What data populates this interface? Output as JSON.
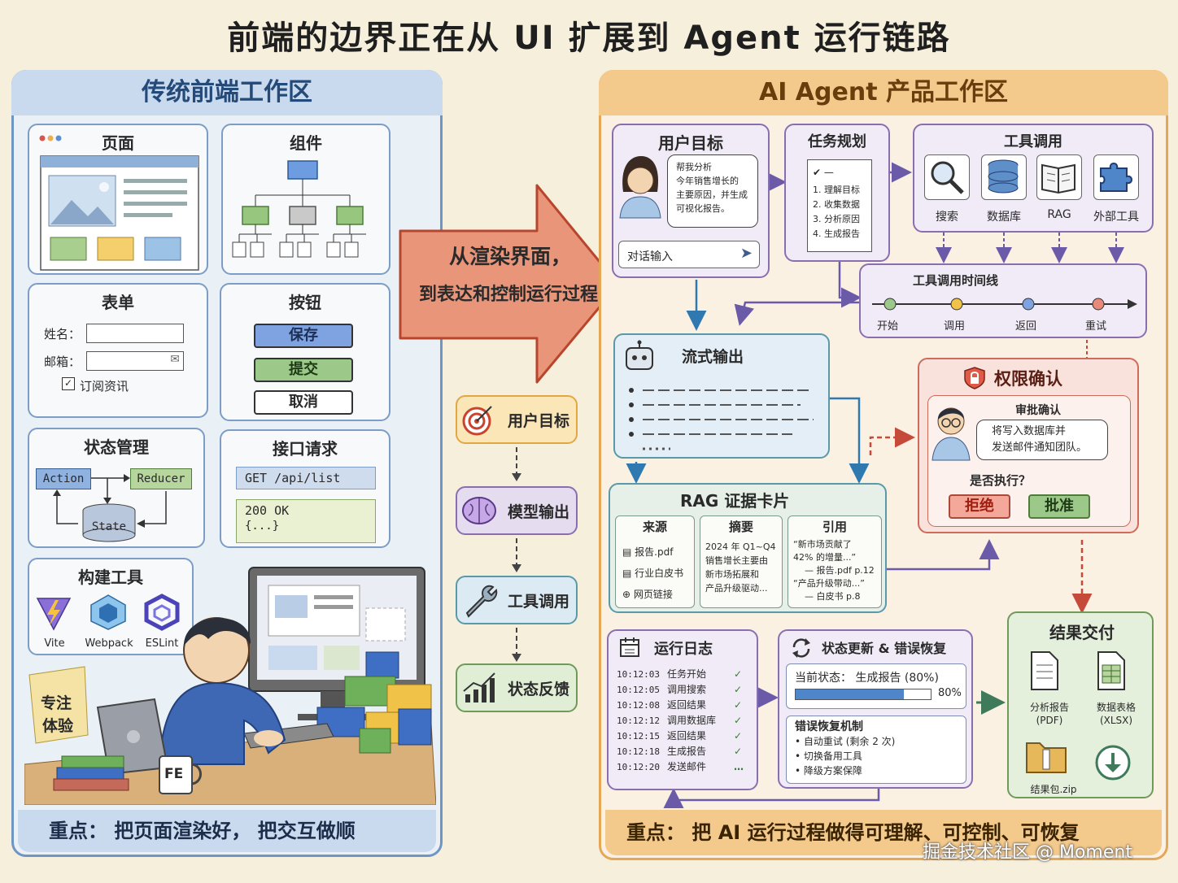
{
  "title": "前端的边界正在从 UI 扩展到 Agent 运行链路",
  "left": {
    "header": "传统前端工作区",
    "page_card": {
      "title": "页面"
    },
    "component_card": {
      "title": "组件"
    },
    "form_card": {
      "title": "表单",
      "name_label": "姓名：",
      "email_label": "邮箱：",
      "subscribe_label": "订阅资讯"
    },
    "button_card": {
      "title": "按钮",
      "save": "保存",
      "submit": "提交",
      "cancel": "取消"
    },
    "state_card": {
      "title": "状态管理",
      "action": "Action",
      "reducer": "Reducer",
      "state": "State"
    },
    "api_card": {
      "title": "接口请求",
      "request": "GET  /api/list",
      "response_status": "200  OK",
      "response_body": "{...}"
    },
    "build_card": {
      "title": "构建工具",
      "tools": [
        "Vite",
        "Webpack",
        "ESLint"
      ]
    },
    "sticky_note": {
      "line1": "专注",
      "line2": "体验"
    },
    "mug_label": "FE",
    "footer": "重点：  把页面渲染好，  把交互做顺"
  },
  "arrow": {
    "line1": "从渲染界面，",
    "line2": "到表达和控制运行过程"
  },
  "flow": [
    "用户目标",
    "模型输出",
    "工具调用",
    "状态反馈"
  ],
  "right": {
    "header": "AI Agent 产品工作区",
    "user_goal": {
      "title": "用户目标",
      "bubble": [
        "帮我分析",
        "今年销售增长的",
        "主要原因，并生成",
        "可视化报告。"
      ],
      "input_label": "对话输入"
    },
    "planning": {
      "title": "任务规划",
      "steps": [
        "1. 理解目标",
        "2. 收集数据",
        "3. 分析原因",
        "4. 生成报告"
      ]
    },
    "tools": {
      "title": "工具调用",
      "items": [
        "搜索",
        "数据库",
        "RAG",
        "外部工具"
      ]
    },
    "timeline": {
      "title": "工具调用时间线",
      "points": [
        "开始",
        "调用",
        "返回",
        "重试"
      ]
    },
    "stream": {
      "title": "流式输出"
    },
    "permission": {
      "title": "权限确认",
      "sub": "审批确认",
      "bubble": [
        "将写入数据库并",
        "发送邮件通知团队。"
      ],
      "question": "是否执行？",
      "reject": "拒绝",
      "approve": "批准"
    },
    "rag": {
      "title": "RAG  证据卡片",
      "columns": [
        "来源",
        "摘要",
        "引用"
      ],
      "sources": [
        "报告.pdf",
        "行业白皮书",
        "网页链接"
      ],
      "summary": [
        "2024 年 Q1~Q4",
        "销售增长主要由",
        "新市场拓展和",
        "产品升级驱动..."
      ],
      "quotes": [
        "“新市场贡献了",
        "42% 的增量...”",
        "— 报告.pdf p.12",
        "“产品升级带动...”",
        "— 白皮书 p.8"
      ]
    },
    "log": {
      "title": "运行日志",
      "rows": [
        {
          "time": "10:12:03",
          "text": "任务开始",
          "mark": "✓"
        },
        {
          "time": "10:12:05",
          "text": "调用搜索",
          "mark": "✓"
        },
        {
          "time": "10:12:08",
          "text": "返回结果",
          "mark": "✓"
        },
        {
          "time": "10:12:12",
          "text": "调用数据库",
          "mark": "✓"
        },
        {
          "time": "10:12:15",
          "text": "返回结果",
          "mark": "✓"
        },
        {
          "time": "10:12:18",
          "text": "生成报告",
          "mark": "✓"
        },
        {
          "time": "10:12:20",
          "text": "发送邮件",
          "mark": "…"
        }
      ]
    },
    "status": {
      "title": "状态更新 & 错误恢复",
      "current": "当前状态：  生成报告 (80%)",
      "progress": 0.8,
      "progress_label": "80%",
      "recovery_title": "错误恢复机制",
      "recovery": [
        "• 自动重试 (剩余 2 次)",
        "• 切换备用工具",
        "• 降级方案保障"
      ]
    },
    "delivery": {
      "title": "结果交付",
      "report": [
        "分析报告",
        "(PDF)"
      ],
      "sheet": [
        "数据表格",
        "(XLSX)"
      ],
      "zip": "结果包.zip"
    },
    "footer": "重点：  把  AI  运行过程做得可理解、可控制、可恢复"
  },
  "watermark": "掘金技术社区 @ Moment",
  "colors": {
    "blue": "#6f95c4",
    "orange": "#e5a756",
    "green": "#6f9a5a",
    "purple": "#8a6fb0",
    "red": "#d06a5a",
    "teal": "#5a9aa8"
  }
}
